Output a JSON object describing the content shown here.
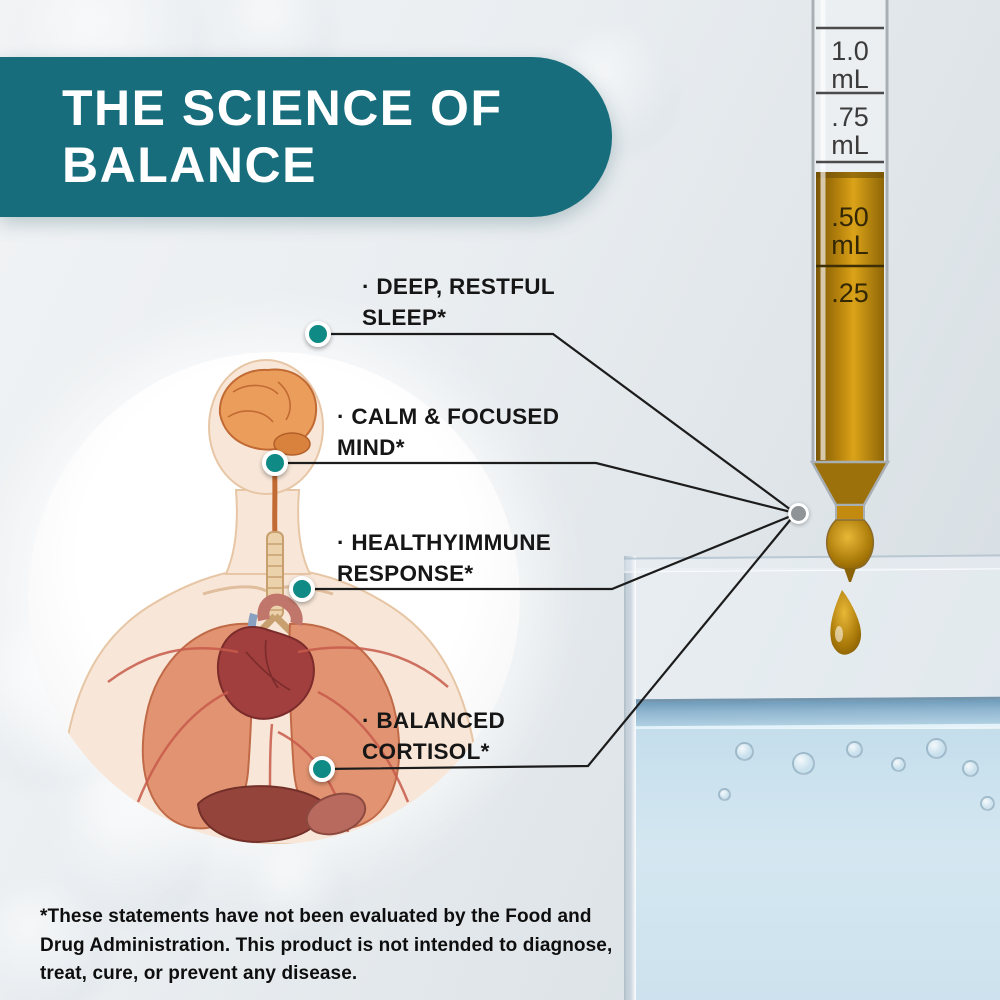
{
  "banner": {
    "title_line1": "THE SCIENCE OF",
    "title_line2": "BALANCE"
  },
  "benefits": [
    {
      "label": "· DEEP, RESTFUL SLEEP*"
    },
    {
      "label": "· CALM & FOCUSED MIND*"
    },
    {
      "label": "· HEALTHYIMMUNE RESPONSE*"
    },
    {
      "label": "· BALANCED CORTISOL*"
    }
  ],
  "dropper": {
    "marks": [
      {
        "value": "1.0",
        "unit": "mL"
      },
      {
        "value": ".75",
        "unit": "mL"
      },
      {
        "value": ".50",
        "unit": "mL"
      },
      {
        "value": ".25",
        "unit": ""
      }
    ]
  },
  "disclaimer": "*These statements have not been evaluated by the Food and Drug Administration. This product is not intended to diagnose, treat, cure, or prevent any disease.",
  "colors": {
    "banner_teal": "#186d7c",
    "marker_teal": "#108a85",
    "amber_liquid": "#c8920f",
    "water_blue": "#cde2ee",
    "text_dark": "#161616"
  }
}
